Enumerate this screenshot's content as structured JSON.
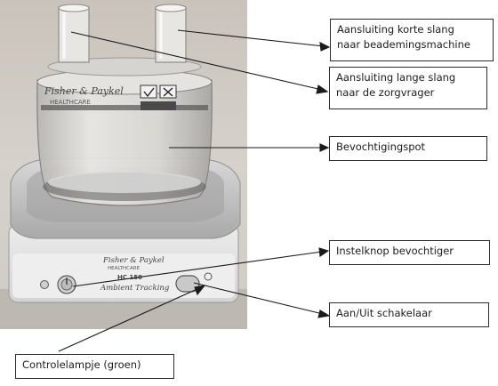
{
  "labels": {
    "short_hose": {
      "line1": "Aansluiting korte slang",
      "line2": "naar beademingsmachine"
    },
    "long_hose": {
      "line1": "Aansluiting lange slang",
      "line2": "naar de zorgvrager"
    },
    "humidifier_pot": "Bevochtigingspot",
    "humidifier_knob": "Instelknop bevochtiger",
    "power_switch": "Aan/Uit schakelaar",
    "indicator_lamp": "Controlelampje (groen)"
  },
  "device": {
    "pot_brand_line1": "Fisher & Paykel",
    "pot_brand_line2": "HEALTHCARE",
    "base_brand_line1": "Fisher & Paykel",
    "base_brand_line2": "HEALTHCARE",
    "model": "HC 150",
    "subtitle": "Ambient Tracking"
  },
  "colors": {
    "background_wall": "#cfcac3",
    "base_body": "#e6e6e6",
    "rim": "#b8b8b8",
    "label_border": "#2b2b2b",
    "leader_line": "#1a1a1a"
  }
}
